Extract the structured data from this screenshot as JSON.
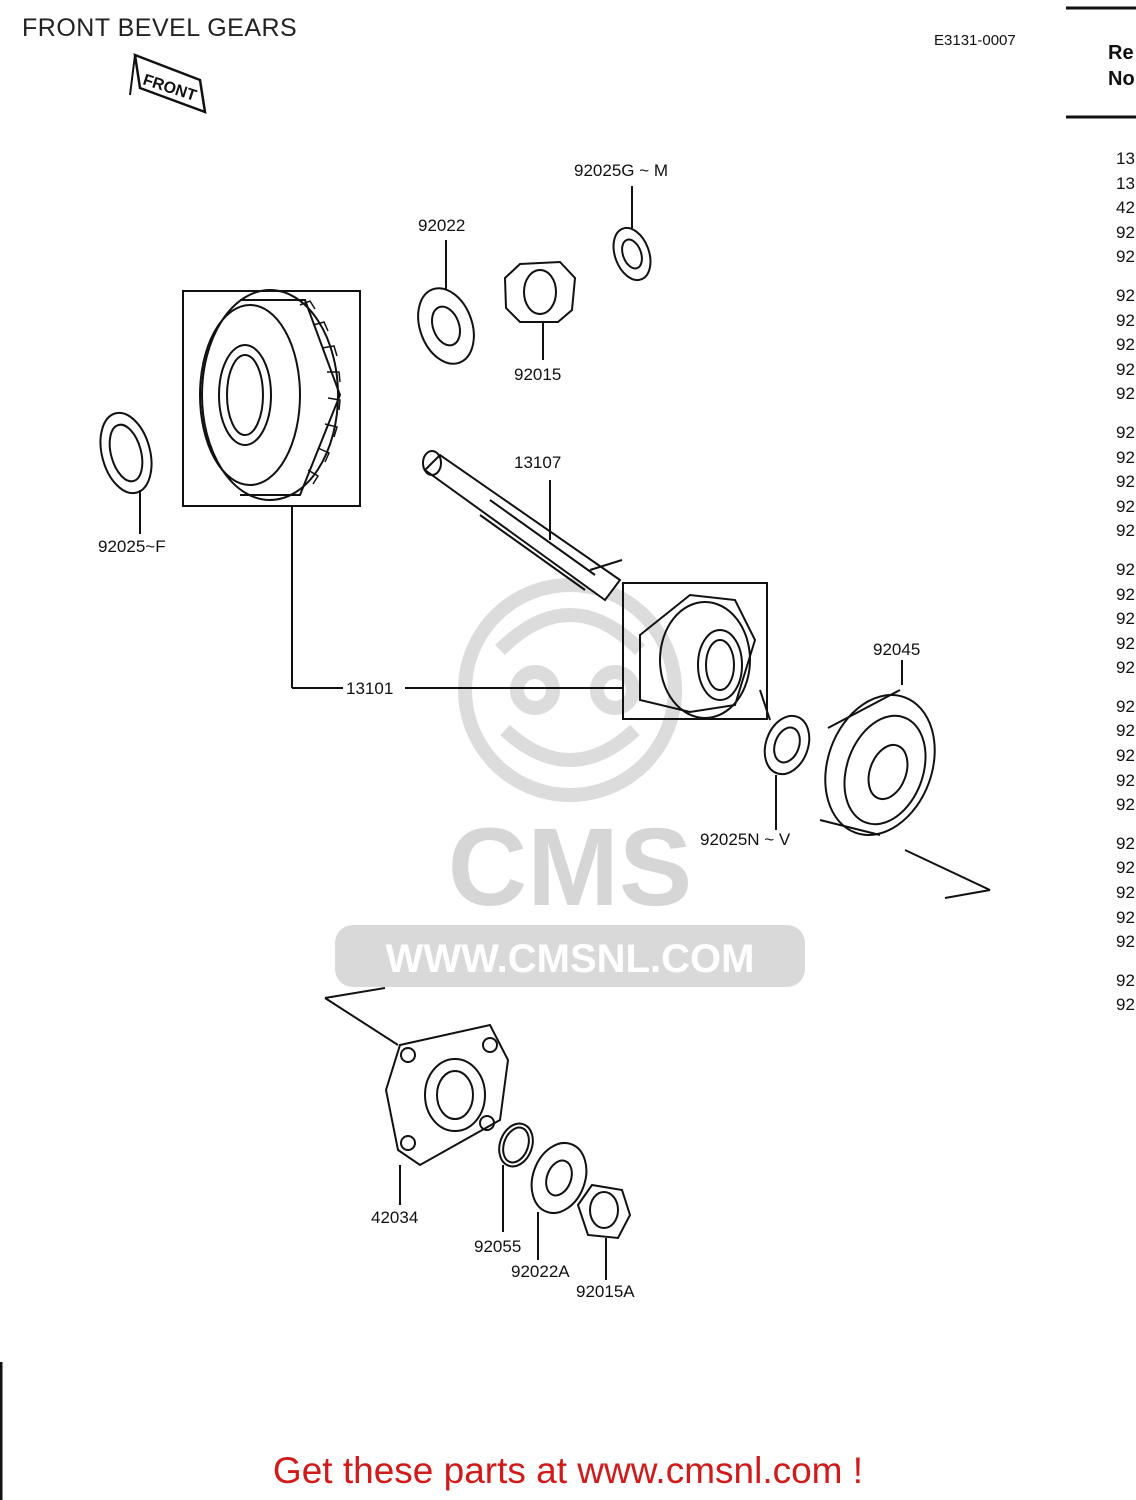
{
  "title": "FRONT BEVEL GEARS",
  "diagram_code": "E3131-0007",
  "front_sign": "FRONT",
  "ref_header": [
    "Re",
    "No"
  ],
  "ref_column": [
    "13",
    "13",
    "42",
    "92",
    "92",
    "",
    "92",
    "92",
    "92",
    "92",
    "92",
    "",
    "92",
    "92",
    "92",
    "92",
    "92",
    "",
    "92",
    "92",
    "92",
    "92",
    "92",
    "",
    "92",
    "92",
    "92",
    "92",
    "92",
    "",
    "92",
    "92",
    "92",
    "92",
    "92",
    "",
    "92",
    "92"
  ],
  "part_labels": {
    "p92025GM": "92025G ~ M",
    "p92022": "92022",
    "p92015": "92015",
    "p13107": "13107",
    "p92025F": "92025~F",
    "p13101": "13101",
    "p92045": "92045",
    "p92025NV": "92025N ~ V",
    "p42034": "42034",
    "p92055": "92055",
    "p92022A": "92022A",
    "p92015A": "92015A"
  },
  "watermark": {
    "brand": "CMS",
    "url": "WWW.CMSNL.COM"
  },
  "footer": "Get these parts at www.cmsnl.com !",
  "colors": {
    "footer_text": "#d11a1a",
    "line_art": "#111111",
    "watermark": "#d6d6d6"
  }
}
